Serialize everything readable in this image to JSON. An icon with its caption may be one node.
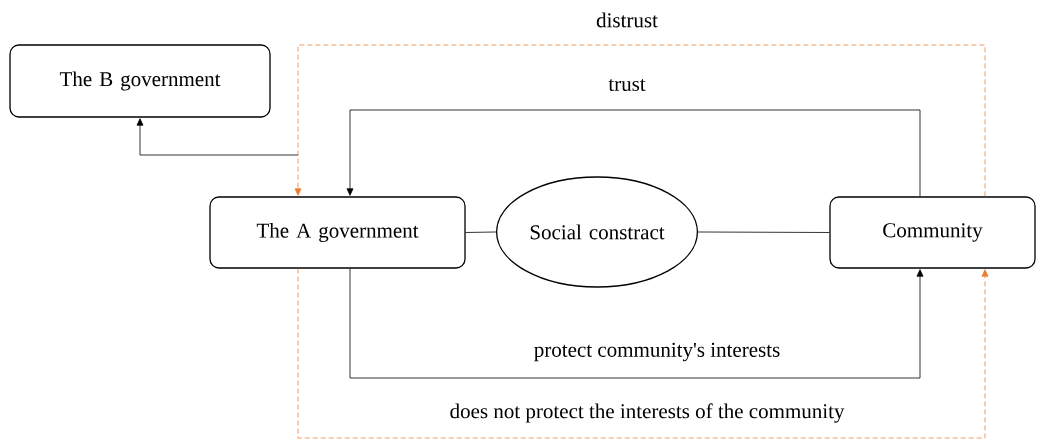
{
  "diagram": {
    "nodes": [
      {
        "text": [
          "The B government"
        ]
      },
      {
        "text": [
          "The A government"
        ]
      },
      {
        "text": [
          "Social constract"
        ]
      },
      {
        "text": [
          "Community"
        ]
      }
    ],
    "edges": [
      {
        "from": 3,
        "to": 1,
        "arrow": "to",
        "label": "trust"
      },
      {
        "from": 1,
        "to": 3,
        "arrow": "to",
        "label": "protect community's interests"
      },
      {
        "from": 3,
        "to": 1,
        "arrow": "to",
        "label": "distrust",
        "style": "dashed",
        "color": "#ed7d31"
      },
      {
        "from": 1,
        "to": 3,
        "arrow": "to",
        "label": "does not protect the interests of the community",
        "style": "dashed",
        "color": "#ed7d31"
      },
      {
        "from": 1,
        "to": 2,
        "arrow": "none"
      },
      {
        "from": 2,
        "to": 3,
        "arrow": "none"
      },
      {
        "from": null,
        "to": 0,
        "arrow": "to"
      }
    ]
  }
}
